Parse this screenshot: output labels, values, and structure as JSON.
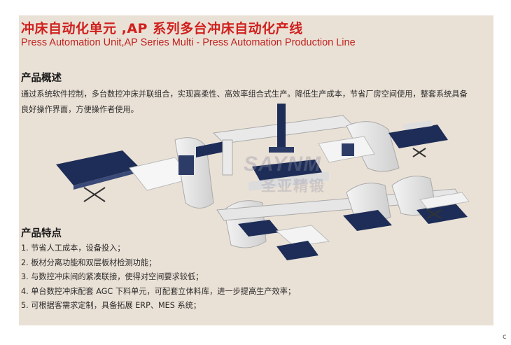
{
  "title_cn": "冲床自动化单元 ,AP 系列多台冲床自动化产线",
  "title_en": "Press Automation Unit,AP Series Multi - Press Automation Production Line",
  "overview": {
    "heading": "产品概述",
    "text": "通过系统软件控制，多台数控冲床并联组合，实现高柔性、高效率组合式生产。降低生产成本，节省厂房空间使用，整套系统具备良好操作界面，方便操作者使用。"
  },
  "features": {
    "heading": "产品特点",
    "items": [
      "1.  节省人工成本，设备投入；",
      "2.  板材分离功能和双层板材检测功能；",
      "3.  与数控冲床间的紧凑联接，使得对空间要求较低；",
      "4.  单台数控冲床配套 AGC 下料单元，可配套立体料库，进一步提高生产效率；",
      "5.  可根据客需求定制，具备拓展 ERP、MES 系统；"
    ]
  },
  "watermark": {
    "logo": "SAYNM",
    "cn": "圣亚精锻"
  },
  "corner_mark": "c",
  "colors": {
    "accent": "#d0201e",
    "background": "#eae1d6",
    "machine_blue": "#1d2d57"
  }
}
